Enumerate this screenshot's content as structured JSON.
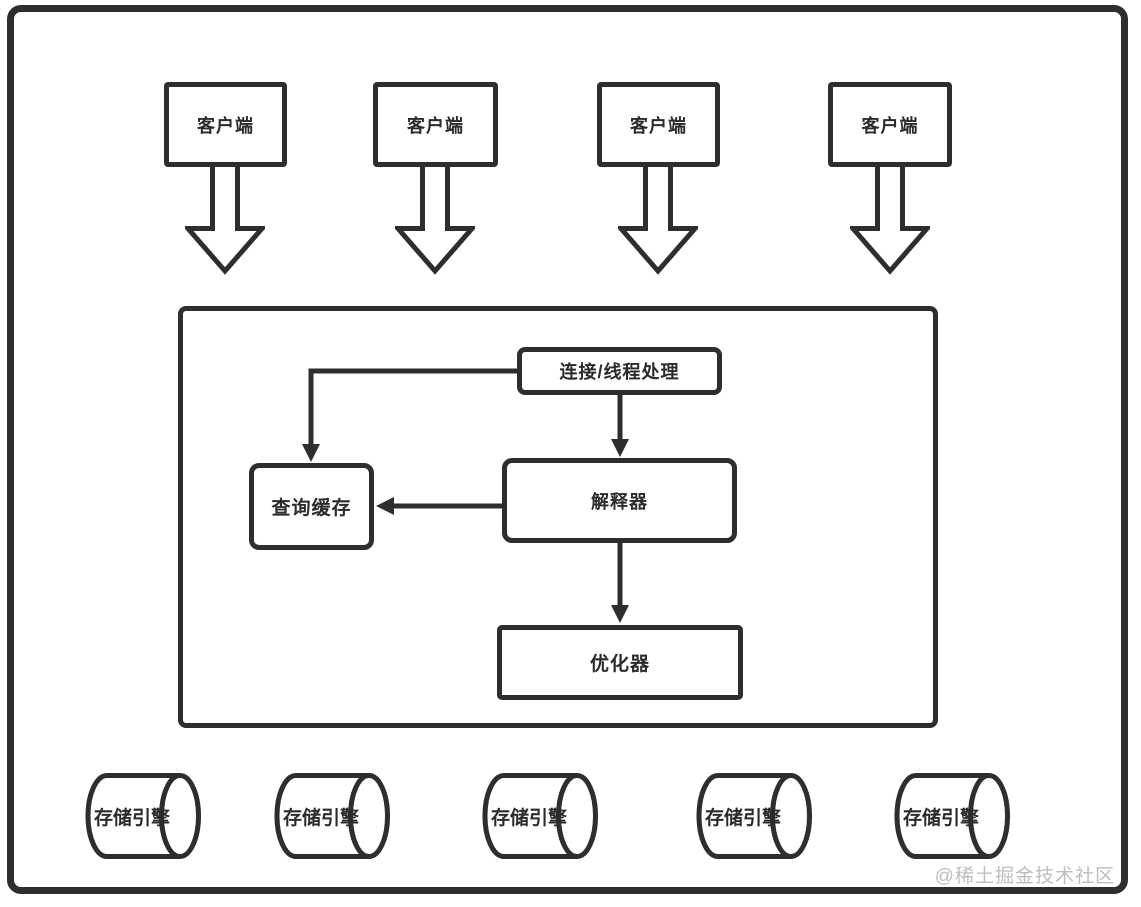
{
  "page": {
    "background": "#ffffff",
    "stroke_color": "#2e2e2e",
    "text_color": "#2b2b2b"
  },
  "clients": {
    "labels": [
      "客户端",
      "客户端",
      "客户端",
      "客户端"
    ]
  },
  "server": {
    "connection_label": "连接/线程处理",
    "query_cache_label": "查询缓存",
    "parser_label": "解释器",
    "optimizer_label": "优化器"
  },
  "storage": {
    "labels": [
      "存储引擎",
      "存储引擎",
      "存储引擎",
      "存储引擎",
      "存储引擎"
    ]
  },
  "watermark": {
    "text": "@稀土掘金技术社区",
    "color": "#bdbdbd"
  }
}
